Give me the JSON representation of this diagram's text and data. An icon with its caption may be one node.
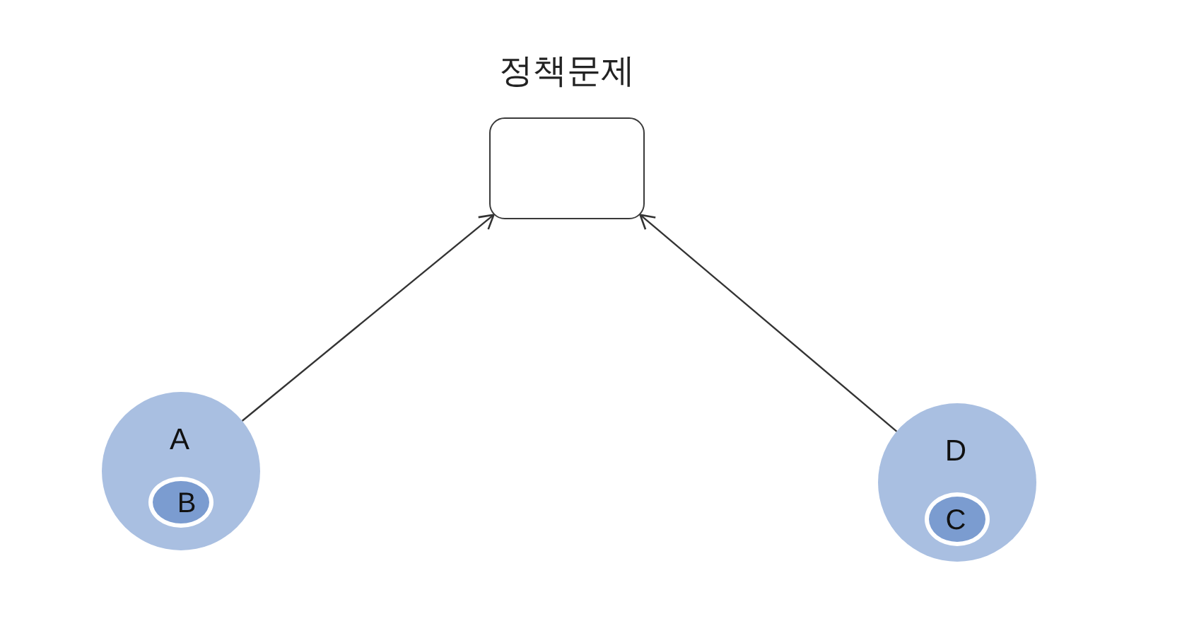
{
  "diagram": {
    "nodes": [
      {
        "text": [
          "정책문제"
        ]
      },
      {
        "text": [
          "A"
        ]
      },
      {
        "text": [
          "B"
        ],
        "in": 1
      },
      {
        "text": [
          "D"
        ]
      },
      {
        "text": [
          "C"
        ],
        "in": 3
      }
    ],
    "edges": [
      {
        "from": 1,
        "to": 0,
        "arrow": "to"
      },
      {
        "from": 3,
        "to": 0,
        "arrow": "to"
      }
    ]
  }
}
